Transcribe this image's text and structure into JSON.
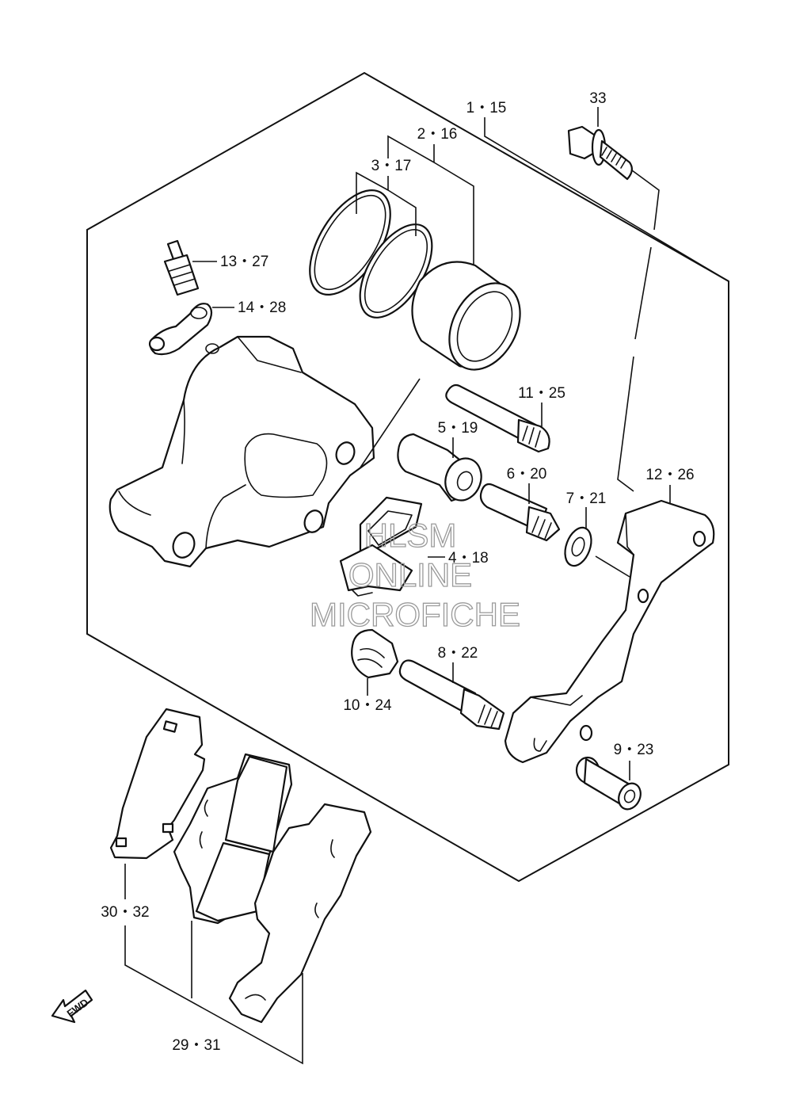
{
  "labels": {
    "p1_15": "1・15",
    "p2_16": "2・16",
    "p3_17": "3・17",
    "p33": "33",
    "p13_27": "13・27",
    "p14_28": "14・28",
    "p11_25": "11・25",
    "p5_19": "5・19",
    "p6_20": "6・20",
    "p7_21": "7・21",
    "p12_26": "12・26",
    "p4_18": "4・18",
    "p8_22": "8・22",
    "p10_24": "10・24",
    "p9_23": "9・23",
    "p30_32": "30・32",
    "p29_31": "29・31"
  },
  "fwd_label": "FWD",
  "watermark": {
    "line1": "HLSM",
    "line2": "ONLINE",
    "line3": "MICROFICHE"
  },
  "colors": {
    "line": "#111111",
    "watermark": "#9a9a9a"
  },
  "icons": [
    "fwd-arrow-icon"
  ]
}
